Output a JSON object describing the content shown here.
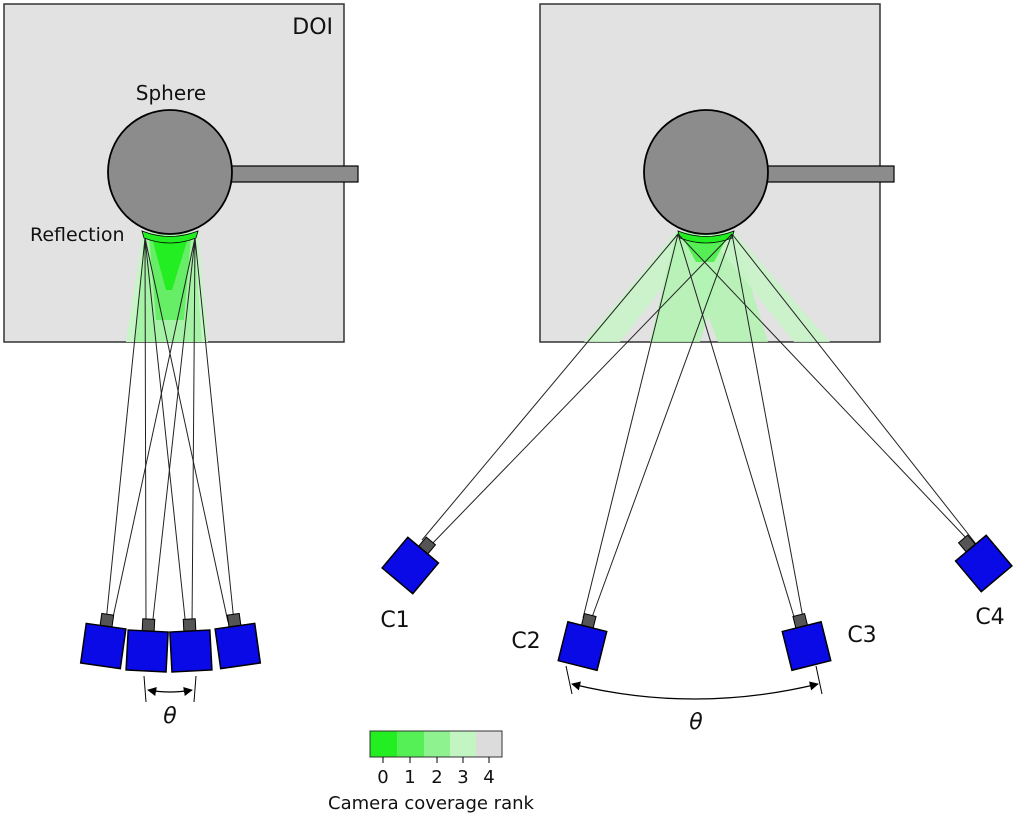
{
  "left_panel": {
    "doi_label": "DOI",
    "sphere_label": "Sphere",
    "reflection_label": "Reflection",
    "angle_label": "θ"
  },
  "right_panel": {
    "camera_labels": [
      "C1",
      "C2",
      "C3",
      "C4"
    ],
    "angle_label": "θ"
  },
  "legend": {
    "title": "Camera coverage rank",
    "ranks": [
      "0",
      "1",
      "2",
      "3",
      "4"
    ],
    "colors": [
      "#22ee22",
      "#55f055",
      "#8ef28e",
      "#c2f5c2",
      "#dcdcdc"
    ]
  }
}
